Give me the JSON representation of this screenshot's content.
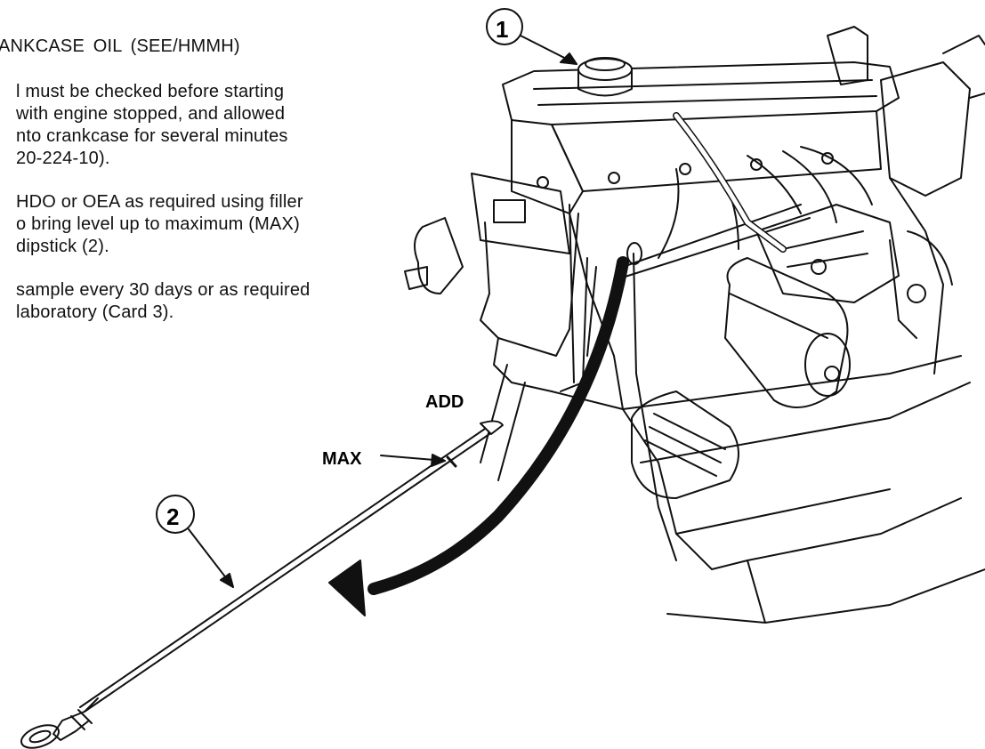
{
  "heading": "ANKCASE OIL (SEE/HMMH)",
  "paragraphs": [
    {
      "lines": [
        "l must be checked before starting",
        "with engine stopped, and allowed",
        "nto crankcase for several minutes",
        "20-224-10)."
      ]
    },
    {
      "lines": [
        "HDO or OEA as required using filler",
        "o bring level up to maximum (MAX)",
        "dipstick (2)."
      ]
    },
    {
      "lines": [
        "sample every 30 days or as required",
        "laboratory (Card 3)."
      ]
    }
  ],
  "figure": {
    "callouts": [
      {
        "id": "filler-cap",
        "number": "1"
      },
      {
        "id": "dipstick",
        "number": "2"
      }
    ],
    "dipstick_marks": {
      "add": "ADD",
      "max": "MAX"
    }
  }
}
